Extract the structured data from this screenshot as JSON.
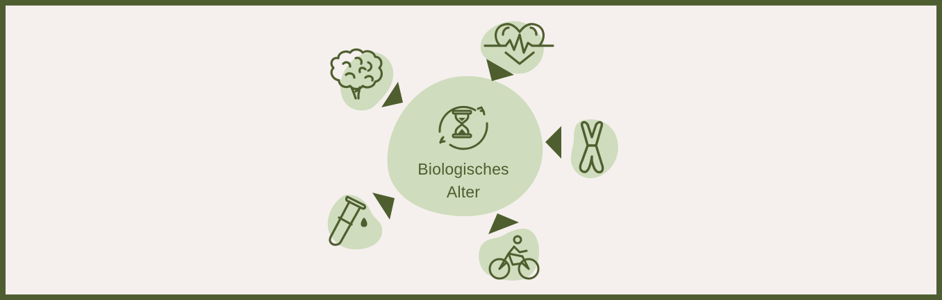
{
  "diagram": {
    "title_line1": "Biologisches",
    "title_line2": "Alter",
    "center_icon": "hourglass-cycle-icon",
    "factors": [
      {
        "id": "brain",
        "icon": "brain-icon",
        "position": "top-left"
      },
      {
        "id": "heart",
        "icon": "heartbeat-icon",
        "position": "top-right"
      },
      {
        "id": "chromosome",
        "icon": "chromosome-icon",
        "position": "right"
      },
      {
        "id": "blood-test",
        "icon": "test-tube-icon",
        "position": "bottom-left"
      },
      {
        "id": "exercise",
        "icon": "bicycle-icon",
        "position": "bottom-right"
      }
    ],
    "colors": {
      "border": "#4f5e31",
      "background": "#f5f0ee",
      "blob": "#cfdcbd",
      "icon_stroke": "#4e5e2e",
      "arrow": "#4e5e2e",
      "text": "#4e5e2e"
    }
  }
}
